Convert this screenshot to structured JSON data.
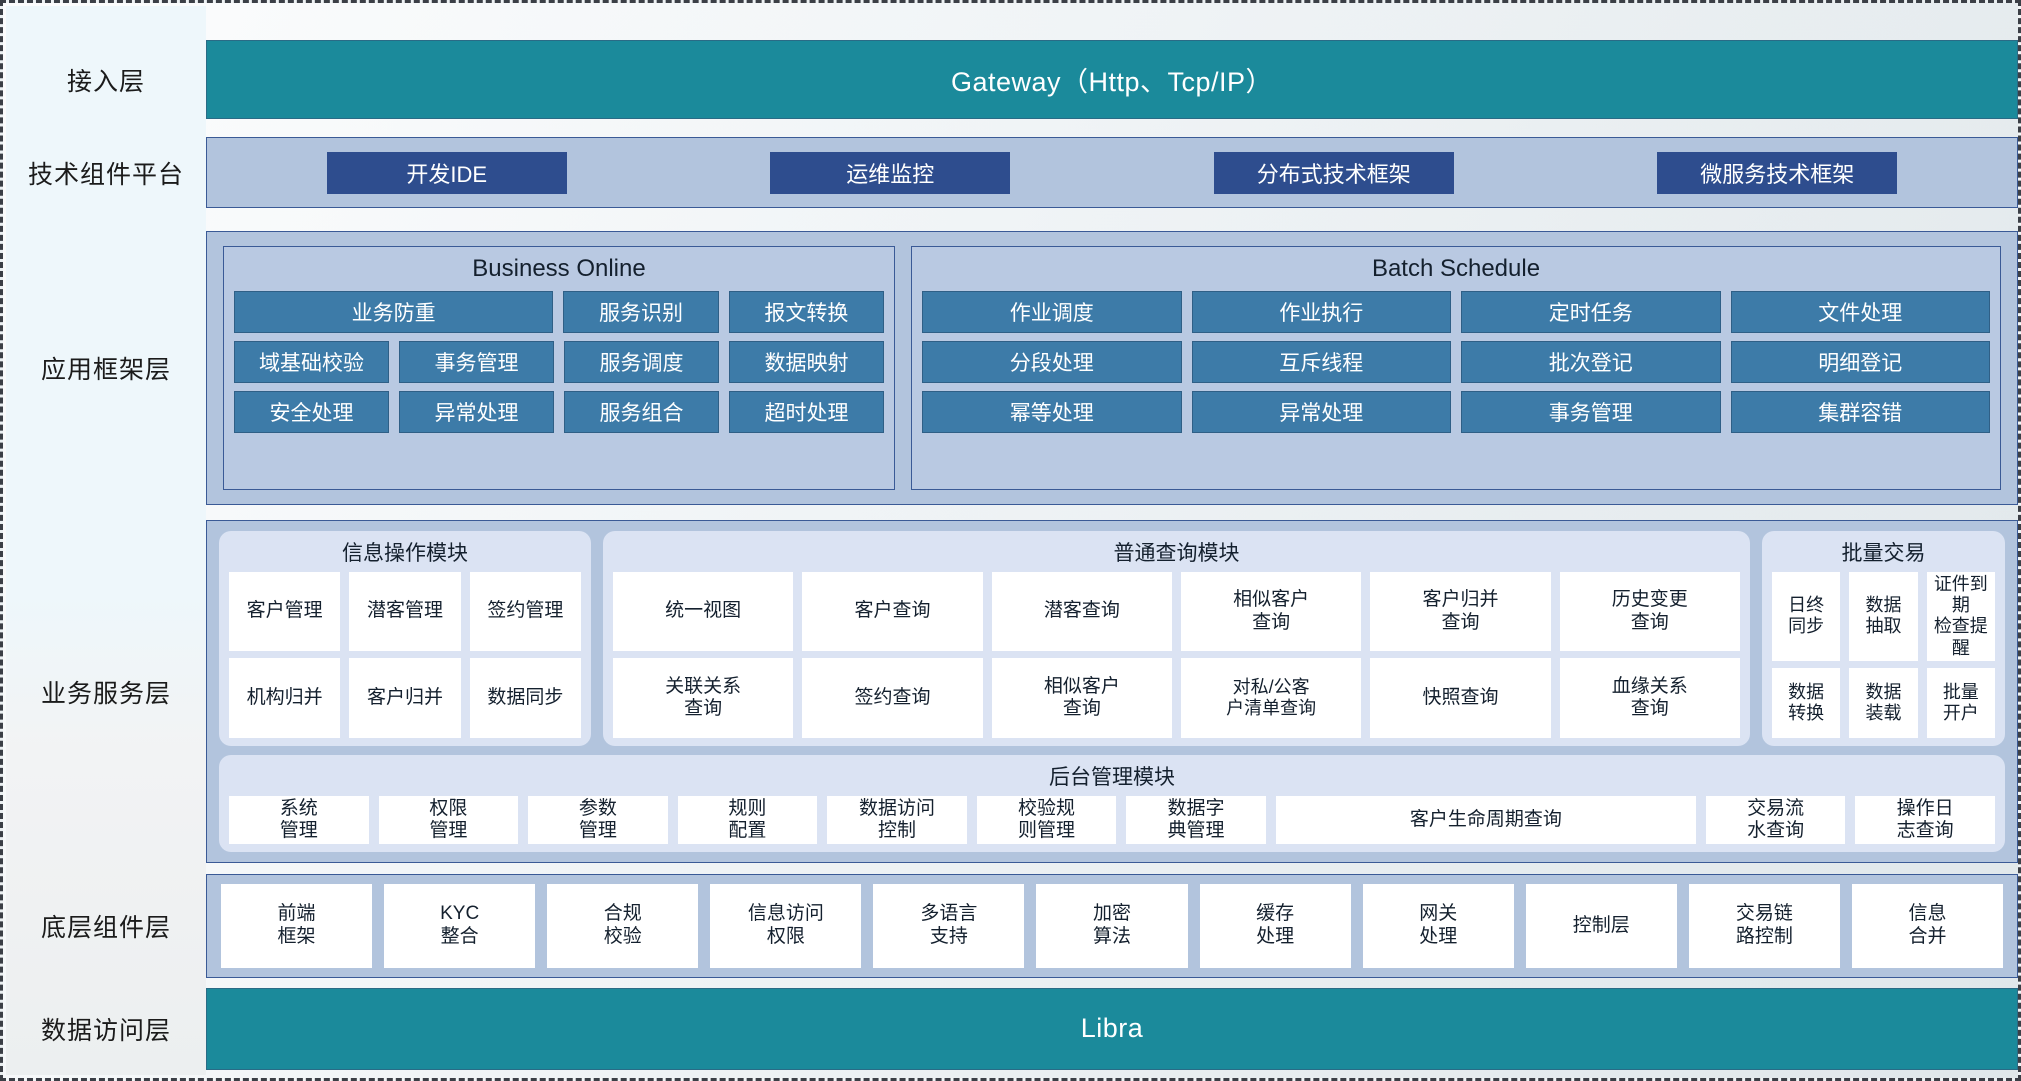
{
  "layers": [
    {
      "label": "接入层"
    },
    {
      "label": "技术组件平台"
    },
    {
      "label": "应用框架层"
    },
    {
      "label": "业务服务层"
    },
    {
      "label": "底层组件层"
    },
    {
      "label": "数据访问层"
    }
  ],
  "access_layer": {
    "label": "接入层",
    "bar_text": "Gateway（Http、Tcp/IP）",
    "color": "#1b8a9b"
  },
  "tech_platform": {
    "label": "技术组件平台",
    "chips": [
      "开发IDE",
      "运维监控",
      "分布式技术框架",
      "微服务技术框架"
    ],
    "chip_color": "#2e4d8e",
    "band_color": "#b2c4dd"
  },
  "app_framework": {
    "label": "应用框架层",
    "groups": [
      {
        "title": "Business Online",
        "rows": [
          [
            "业务防重",
            "服务识别",
            "报文转换"
          ],
          [
            "域基础校验",
            "事务管理",
            "服务调度",
            "数据映射"
          ],
          [
            "安全处理",
            "异常处理",
            "服务组合",
            "超时处理"
          ]
        ]
      },
      {
        "title": "Batch Schedule",
        "rows": [
          [
            "作业调度",
            "作业执行",
            "定时任务",
            "文件处理"
          ],
          [
            "分段处理",
            "互斥线程",
            "批次登记",
            "明细登记"
          ],
          [
            "幂等处理",
            "异常处理",
            "事务管理",
            "集群容错"
          ]
        ]
      }
    ],
    "cell_color": "#3d7ba8"
  },
  "business_service": {
    "label": "业务服务层",
    "modules": [
      {
        "title": "信息操作模块",
        "rows": [
          [
            "客户管理",
            "潜客管理",
            "签约管理"
          ],
          [
            "机构归并",
            "客户归并",
            "数据同步"
          ]
        ]
      },
      {
        "title": "普通查询模块",
        "rows": [
          [
            "统一视图",
            "客户查询",
            "潜客查询",
            "相似客户\n查询",
            "客户归并\n查询",
            "历史变更\n查询"
          ],
          [
            "关联关系\n查询",
            "签约查询",
            "相似客户\n查询",
            "对私/公客\n户清单查询",
            "快照查询",
            "血缘关系\n查询"
          ]
        ]
      },
      {
        "title": "批量交易",
        "rows": [
          [
            "日终\n同步",
            "数据\n抽取",
            "证件到期\n检查提醒"
          ],
          [
            "数据\n转换",
            "数据\n装载",
            "批量\n开户"
          ]
        ]
      }
    ],
    "admin_module": {
      "title": "后台管理模块",
      "cells": [
        "系统\n管理",
        "权限\n管理",
        "参数\n管理",
        "规则\n配置",
        "数据访问\n控制",
        "校验规\n则管理",
        "数据字\n典管理",
        "客户生命周期查询",
        "交易流\n水查询",
        "操作日\n志查询"
      ]
    }
  },
  "component_layer": {
    "label": "底层组件层",
    "cells": [
      "前端\n框架",
      "KYC\n整合",
      "合规\n校验",
      "信息访问\n权限",
      "多语言\n支持",
      "加密\n算法",
      "缓存\n处理",
      "网关\n处理",
      "控制层",
      "交易链\n路控制",
      "信息\n合并"
    ]
  },
  "data_access": {
    "label": "数据访问层",
    "bar_text": "Libra",
    "color": "#1b8a9b"
  }
}
